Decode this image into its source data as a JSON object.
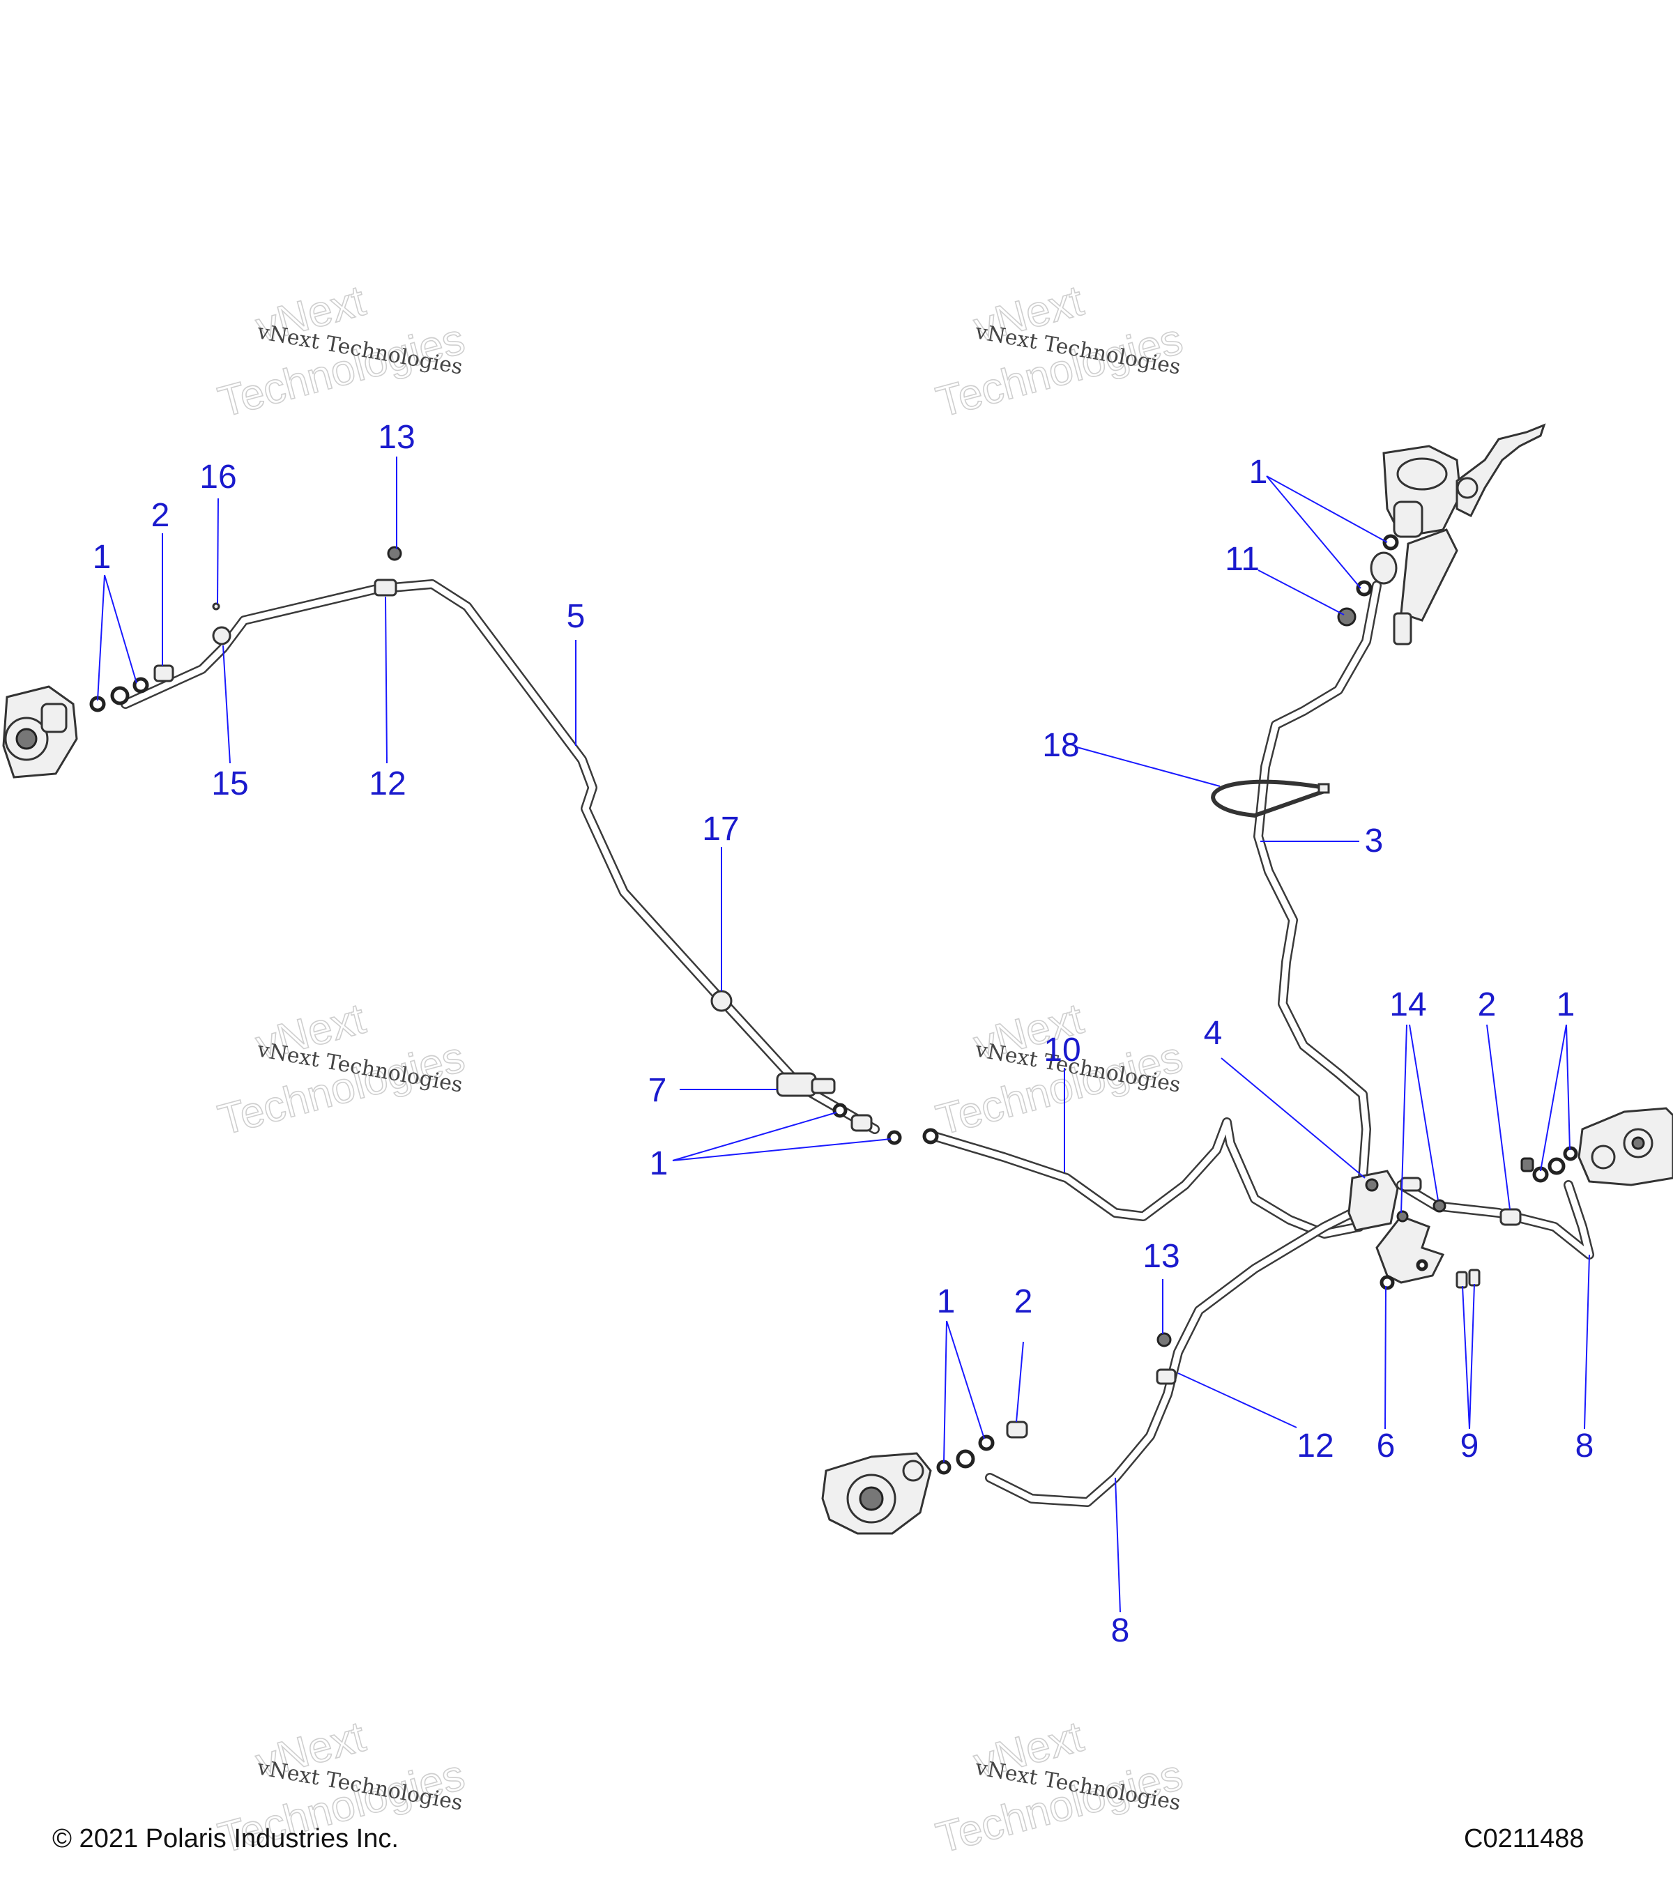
{
  "watermark": {
    "brand": "vNext",
    "word": "Technologies",
    "line": "vNext Technologies"
  },
  "callouts": {
    "left_1": "1",
    "left_2": "2",
    "left_16": "16",
    "left_13": "13",
    "left_5": "5",
    "left_15": "15",
    "left_12": "12",
    "mid_17": "17",
    "mid_7": "7",
    "mid_1": "1",
    "top_1": "1",
    "top_11": "11",
    "top_18": "18",
    "top_3": "3",
    "r_10": "10",
    "r_4": "4",
    "r_14": "14",
    "r_2": "2",
    "r_1": "1",
    "b_13": "13",
    "b_1": "1",
    "b_2": "2",
    "b_12": "12",
    "b_6": "6",
    "b_9": "9",
    "b_8r": "8",
    "b_8": "8"
  },
  "footer": {
    "copyright": "© 2021 Polaris Industries Inc.",
    "code": "C0211488"
  },
  "colors": {
    "callout": "#1a1acd",
    "leader": "#1a1aff",
    "part_line": "#333333"
  }
}
